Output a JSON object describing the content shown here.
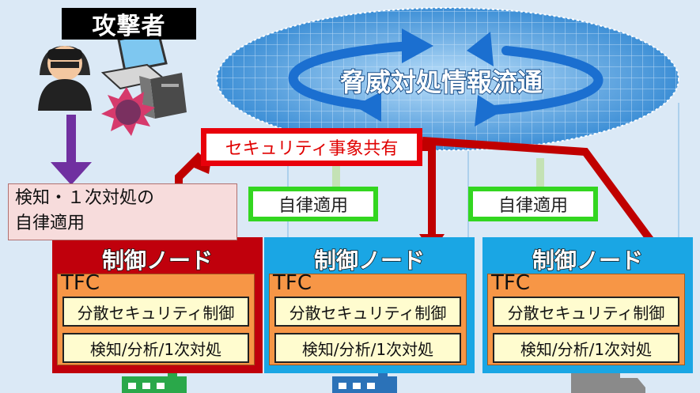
{
  "attacker": {
    "label": "攻撃者"
  },
  "cloud": {
    "label": "脅威対処情報流通"
  },
  "share": {
    "label": "セキュリティ事象共有"
  },
  "local_response": {
    "line1": "検知・１次対処の",
    "line2": "自律適用"
  },
  "apply": {
    "label": "自律適用"
  },
  "nodes": [
    {
      "title": "制御ノード",
      "tfc": "TFC",
      "row1": "分散セキュリティ制御",
      "row2": "検知/分析/1次対処",
      "color": "#c0000c"
    },
    {
      "title": "制御ノード",
      "tfc": "TFC",
      "row1": "分散セキュリティ制御",
      "row2": "検知/分析/1次対処",
      "color": "#1aa6e4"
    },
    {
      "title": "制御ノード",
      "tfc": "TFC",
      "row1": "分散セキュリティ制御",
      "row2": "検知/分析/1次対処",
      "color": "#1aa6e4"
    }
  ],
  "icons": [
    "hacker-icon",
    "laptop-icon",
    "server-icon",
    "virus-icon",
    "factory-icon",
    "truck-icon"
  ]
}
